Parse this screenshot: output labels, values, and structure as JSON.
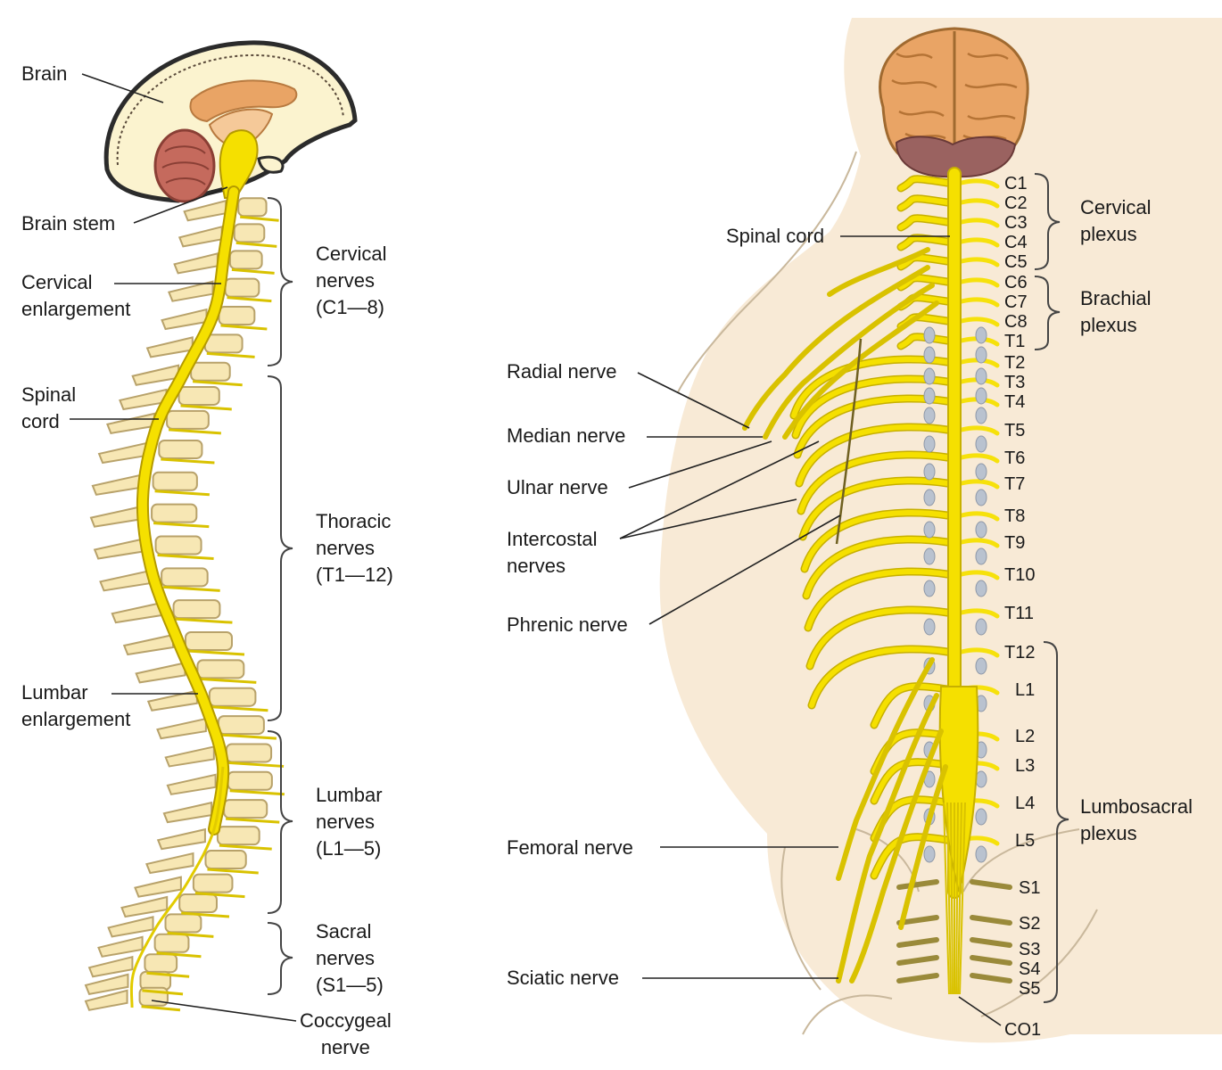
{
  "colors": {
    "nerve": "#f5e000",
    "nerve_edge": "#b49a00",
    "vertebra": "#f7e7b4",
    "vertebra_edge": "#b8a26a",
    "skull": "#fbf3cf",
    "brain_orange": "#e9a465",
    "cerebellum": "#c56a5d",
    "skin": "#f8ead6",
    "disc": "#b9c2cf",
    "leader": "#222222"
  },
  "left_figure": {
    "labels": {
      "brain": "Brain",
      "brain_stem": "Brain stem",
      "cervical_enlargement": [
        "Cervical",
        "enlargement"
      ],
      "spinal_cord": [
        "Spinal",
        "cord"
      ],
      "lumbar_enlargement": [
        "Lumbar",
        "enlargement"
      ],
      "coccygeal_nerve": [
        "Coccygeal",
        "nerve"
      ]
    },
    "groups": {
      "cervical": [
        "Cervical",
        "nerves",
        "(C1—8)"
      ],
      "thoracic": [
        "Thoracic",
        "nerves",
        "(T1—12)"
      ],
      "lumbar": [
        "Lumbar",
        "nerves",
        "(L1—5)"
      ],
      "sacral": [
        "Sacral",
        "nerves",
        "(S1—5)"
      ]
    }
  },
  "right_figure": {
    "labels": {
      "spinal_cord": "Spinal cord",
      "radial_nerve": "Radial nerve",
      "median_nerve": "Median nerve",
      "ulnar_nerve": "Ulnar nerve",
      "intercostal_nerves": [
        "Intercostal",
        "nerves"
      ],
      "phrenic_nerve": "Phrenic nerve",
      "femoral_nerve": "Femoral nerve",
      "sciatic_nerve": "Sciatic nerve"
    },
    "plexus": {
      "cervical": [
        "Cervical",
        "plexus"
      ],
      "brachial": [
        "Brachial",
        "plexus"
      ],
      "lumbosacral": [
        "Lumbosacral",
        "plexus"
      ]
    },
    "segments": [
      "C1",
      "C2",
      "C3",
      "C4",
      "C5",
      "C6",
      "C7",
      "C8",
      "T1",
      "T2",
      "T3",
      "T4",
      "T5",
      "T6",
      "T7",
      "T8",
      "T9",
      "T10",
      "T11",
      "T12",
      "L1",
      "L2",
      "L3",
      "L4",
      "L5",
      "S1",
      "S2",
      "S3",
      "S4",
      "S5",
      "CO1"
    ]
  }
}
